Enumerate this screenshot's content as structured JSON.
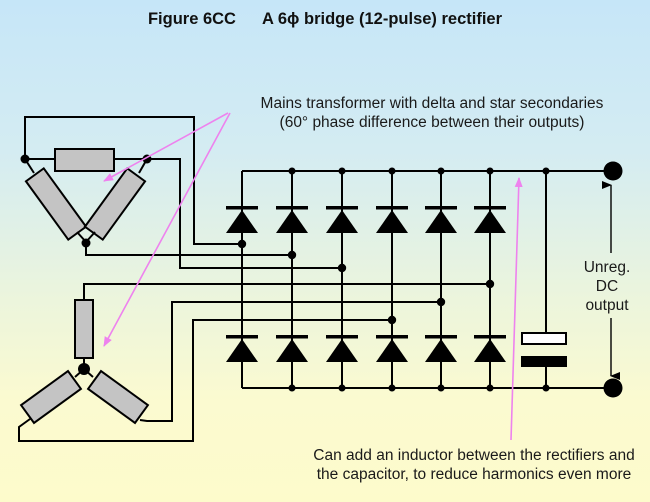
{
  "figure": {
    "label": "Figure 6CC",
    "title": "A 6ϕ bridge (12-pulse) rectifier"
  },
  "annotations": {
    "transformer_line1": "Mains transformer with delta and star secondaries",
    "transformer_line2": "(60° phase difference between their outputs)",
    "inductor_line1": "Can add an inductor between the rectifiers and",
    "inductor_line2": "the capacitor, to reduce harmonics even more",
    "output_line1": "Unreg.",
    "output_line2": "DC",
    "output_line3": "output"
  },
  "components": {
    "transformer_secondaries": [
      "delta",
      "star"
    ],
    "diode_count": 12,
    "diode_columns": 6,
    "capacitor": "smoothing capacitor",
    "output_terminals": [
      "positive",
      "negative"
    ]
  },
  "colors": {
    "wire": "#000000",
    "winding_fill": "#c4c4c4",
    "annotation_arrow": "#ee82ee",
    "background_top": "#c6e6f8",
    "background_bottom": "#fdfbcb"
  }
}
